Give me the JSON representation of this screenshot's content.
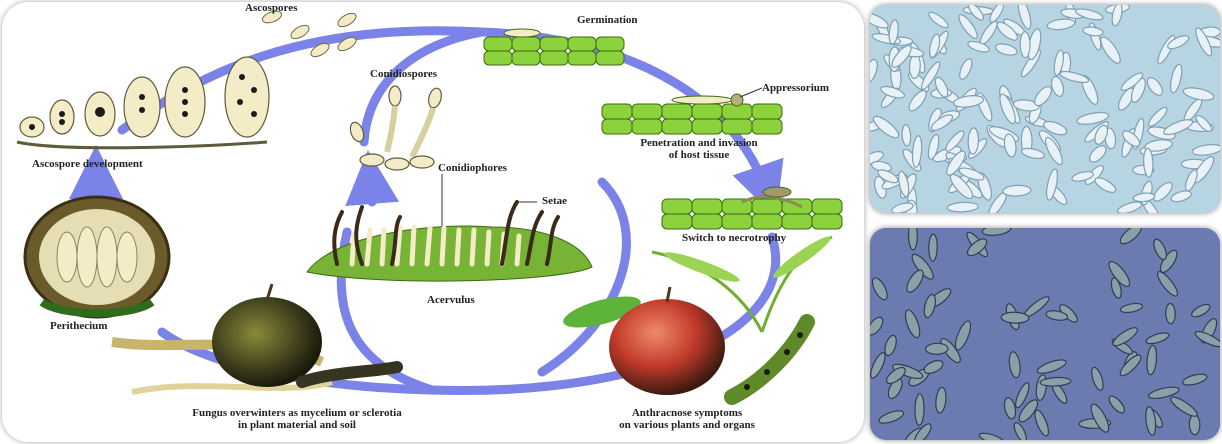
{
  "diagram": {
    "labels": {
      "ascospores": "Ascospores",
      "germination": "Germination",
      "appressorium": "Appressorium",
      "penetration": "Penetration and invasion",
      "penetration_line2": "of host tissue",
      "necrotrophy": "Switch to necrotrophy",
      "conidiospores": "Conidiospores",
      "conidiophores": "Conidiophores",
      "setae": "Setae",
      "acervulus": "Acervulus",
      "ascospore_development": "Ascospore development",
      "perithecium": "Perithecium",
      "overwinter_line1": "Fungus overwinters as mycelium or sclerotia",
      "overwinter_line2": "in plant material and soil",
      "symptoms_line1": "Anthracnose symptoms",
      "symptoms_line2": "on various plants and organs"
    },
    "colors": {
      "arrow": "#7b83e8",
      "cell": "#8cd23c",
      "spore": "#f3ecc6"
    }
  },
  "photos": [
    {
      "name": "spores-photo-light-field",
      "background": "#b7d4e3"
    },
    {
      "name": "spores-photo-dark-field",
      "background": "#6b7bb0"
    }
  ]
}
